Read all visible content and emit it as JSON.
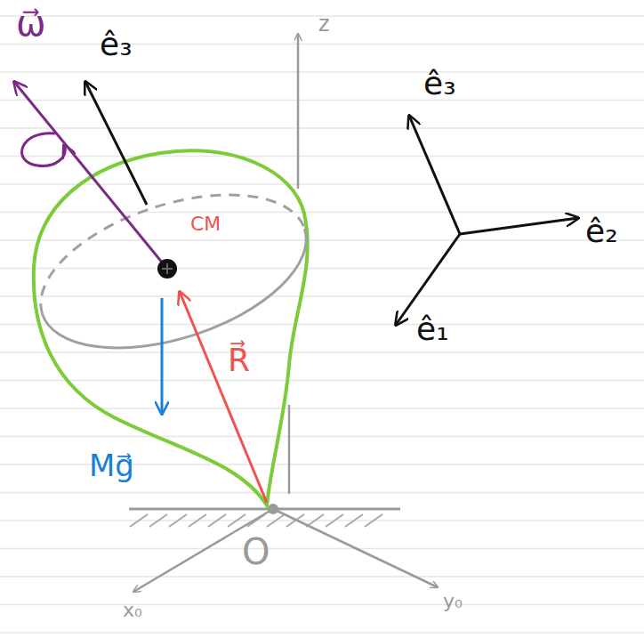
{
  "diagram": {
    "labels": [
      "ω⃗",
      "ê₃",
      "z",
      "ê₃",
      "CM",
      "ê₂",
      "ê₁",
      "R⃗",
      "Mg⃗",
      "O",
      "x₀",
      "y₀"
    ]
  }
}
